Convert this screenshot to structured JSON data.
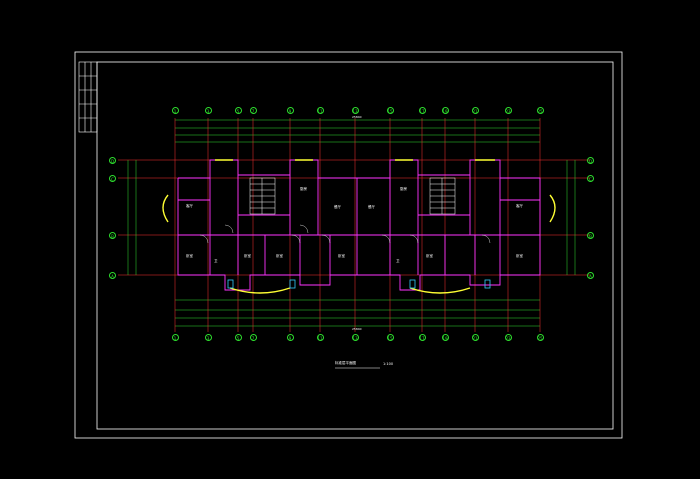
{
  "colors": {
    "background": "#000000",
    "frame": "#ffffff",
    "axis_line": "#ff3030",
    "axis_bubble": "#2ee02e",
    "wall": "#ff33ff",
    "window": "#ffff33",
    "dimension": "#2ee02e",
    "text": "#ffffff",
    "stair": "#ffffff",
    "glass": "#33ccff"
  },
  "plan": {
    "top_total_dim": "25840",
    "bottom_total_dim": "25840",
    "plan_title": "标准层平面图",
    "scale": "1:100"
  },
  "axes": {
    "vertical": [
      "1",
      "3",
      "5",
      "7",
      "9",
      "11",
      "13",
      "15",
      "17",
      "19",
      "21",
      "23",
      "25"
    ],
    "horizontal": [
      "A",
      "B",
      "C",
      "D"
    ]
  },
  "rooms": {
    "living_left": "客厅",
    "living_right": "客厅",
    "dining_left": "餐厅",
    "dining_right": "餐厅",
    "bed1": "卧室",
    "bed2": "卧室",
    "bed3": "卧室",
    "bed4": "卧室",
    "bed5": "卧室",
    "bed6": "卧室",
    "kitchen_left": "厨房",
    "kitchen_right": "厨房",
    "bath_left": "卫",
    "bath_right": "卫"
  }
}
